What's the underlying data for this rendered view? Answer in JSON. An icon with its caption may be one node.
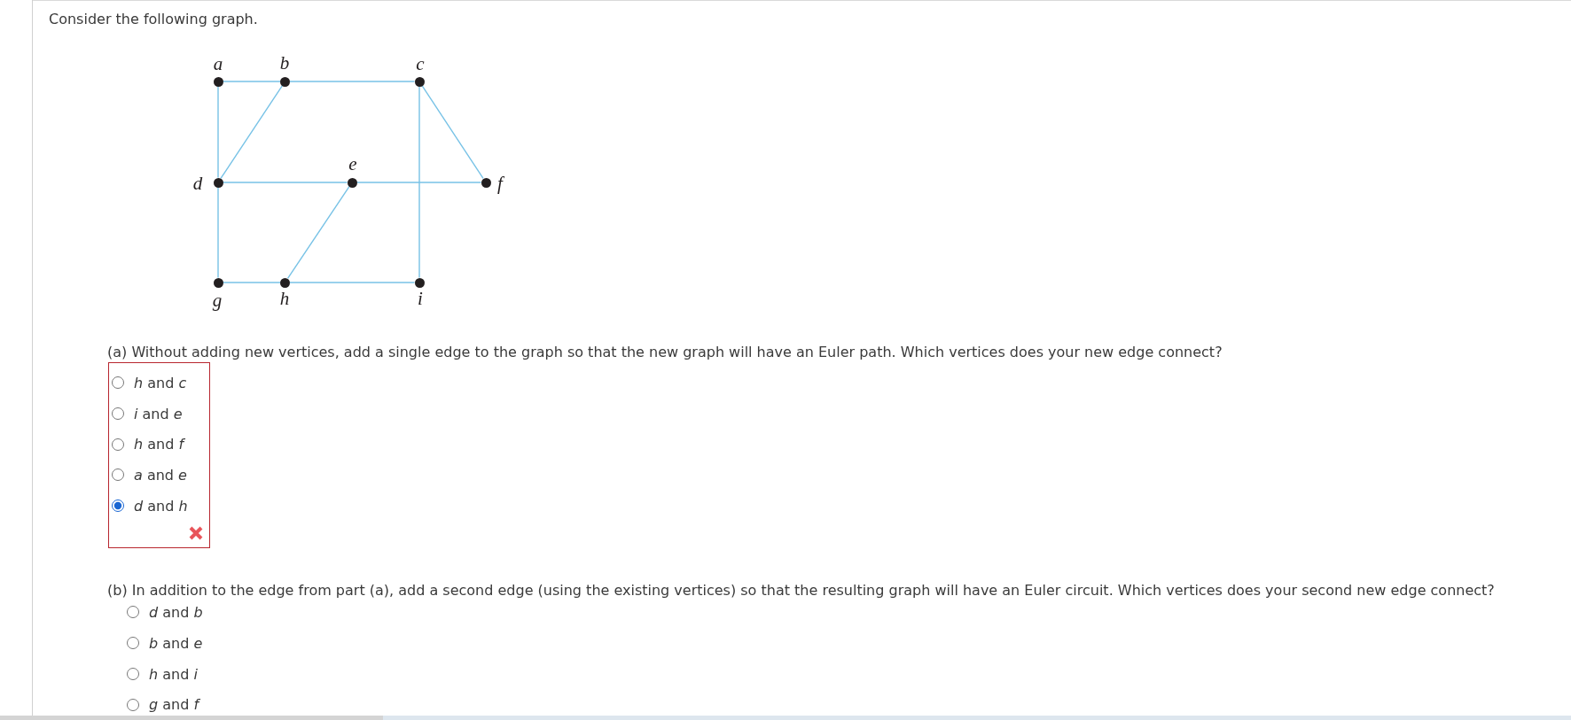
{
  "diagram": {
    "nodes": [
      {
        "text": [
          "a"
        ]
      },
      {
        "text": [
          "b"
        ]
      },
      {
        "text": [
          "c"
        ]
      },
      {
        "text": [
          "d"
        ]
      },
      {
        "text": [
          "e"
        ]
      },
      {
        "text": [
          "f"
        ]
      },
      {
        "text": [
          "g"
        ]
      },
      {
        "text": [
          "h"
        ]
      },
      {
        "text": [
          "i"
        ]
      }
    ],
    "edges": [
      {
        "from": 0,
        "to": 1,
        "arrow": "none"
      },
      {
        "from": 1,
        "to": 2,
        "arrow": "none"
      },
      {
        "from": 0,
        "to": 3,
        "arrow": "none"
      },
      {
        "from": 1,
        "to": 3,
        "arrow": "none"
      },
      {
        "from": 2,
        "to": 8,
        "arrow": "none"
      },
      {
        "from": 2,
        "to": 5,
        "arrow": "none"
      },
      {
        "from": 3,
        "to": 4,
        "arrow": "none"
      },
      {
        "from": 4,
        "to": 5,
        "arrow": "none"
      },
      {
        "from": 4,
        "to": 7,
        "arrow": "none"
      },
      {
        "from": 3,
        "to": 6,
        "arrow": "none"
      },
      {
        "from": 6,
        "to": 7,
        "arrow": "none"
      },
      {
        "from": 7,
        "to": 8,
        "arrow": "none"
      }
    ],
    "labels": [
      "Consider the following graph.",
      "(a) Without adding new vertices, add a single edge to the graph so that the new graph will have an Euler path. Which vertices does your new edge connect?",
      "*h* and *c*",
      "*i* and *e*",
      "*h* and *f*",
      "*a* and *e*",
      "*d* and *h*",
      "(b) In addition to the edge from part (a), add a second edge (using the existing vertices) so that the resulting graph will have an Euler circuit. Which vertices does your second new edge connect?",
      "*d* and *b*",
      "*b* and *e*",
      "*h* and *i*",
      "*g* and *f*"
    ]
  }
}
